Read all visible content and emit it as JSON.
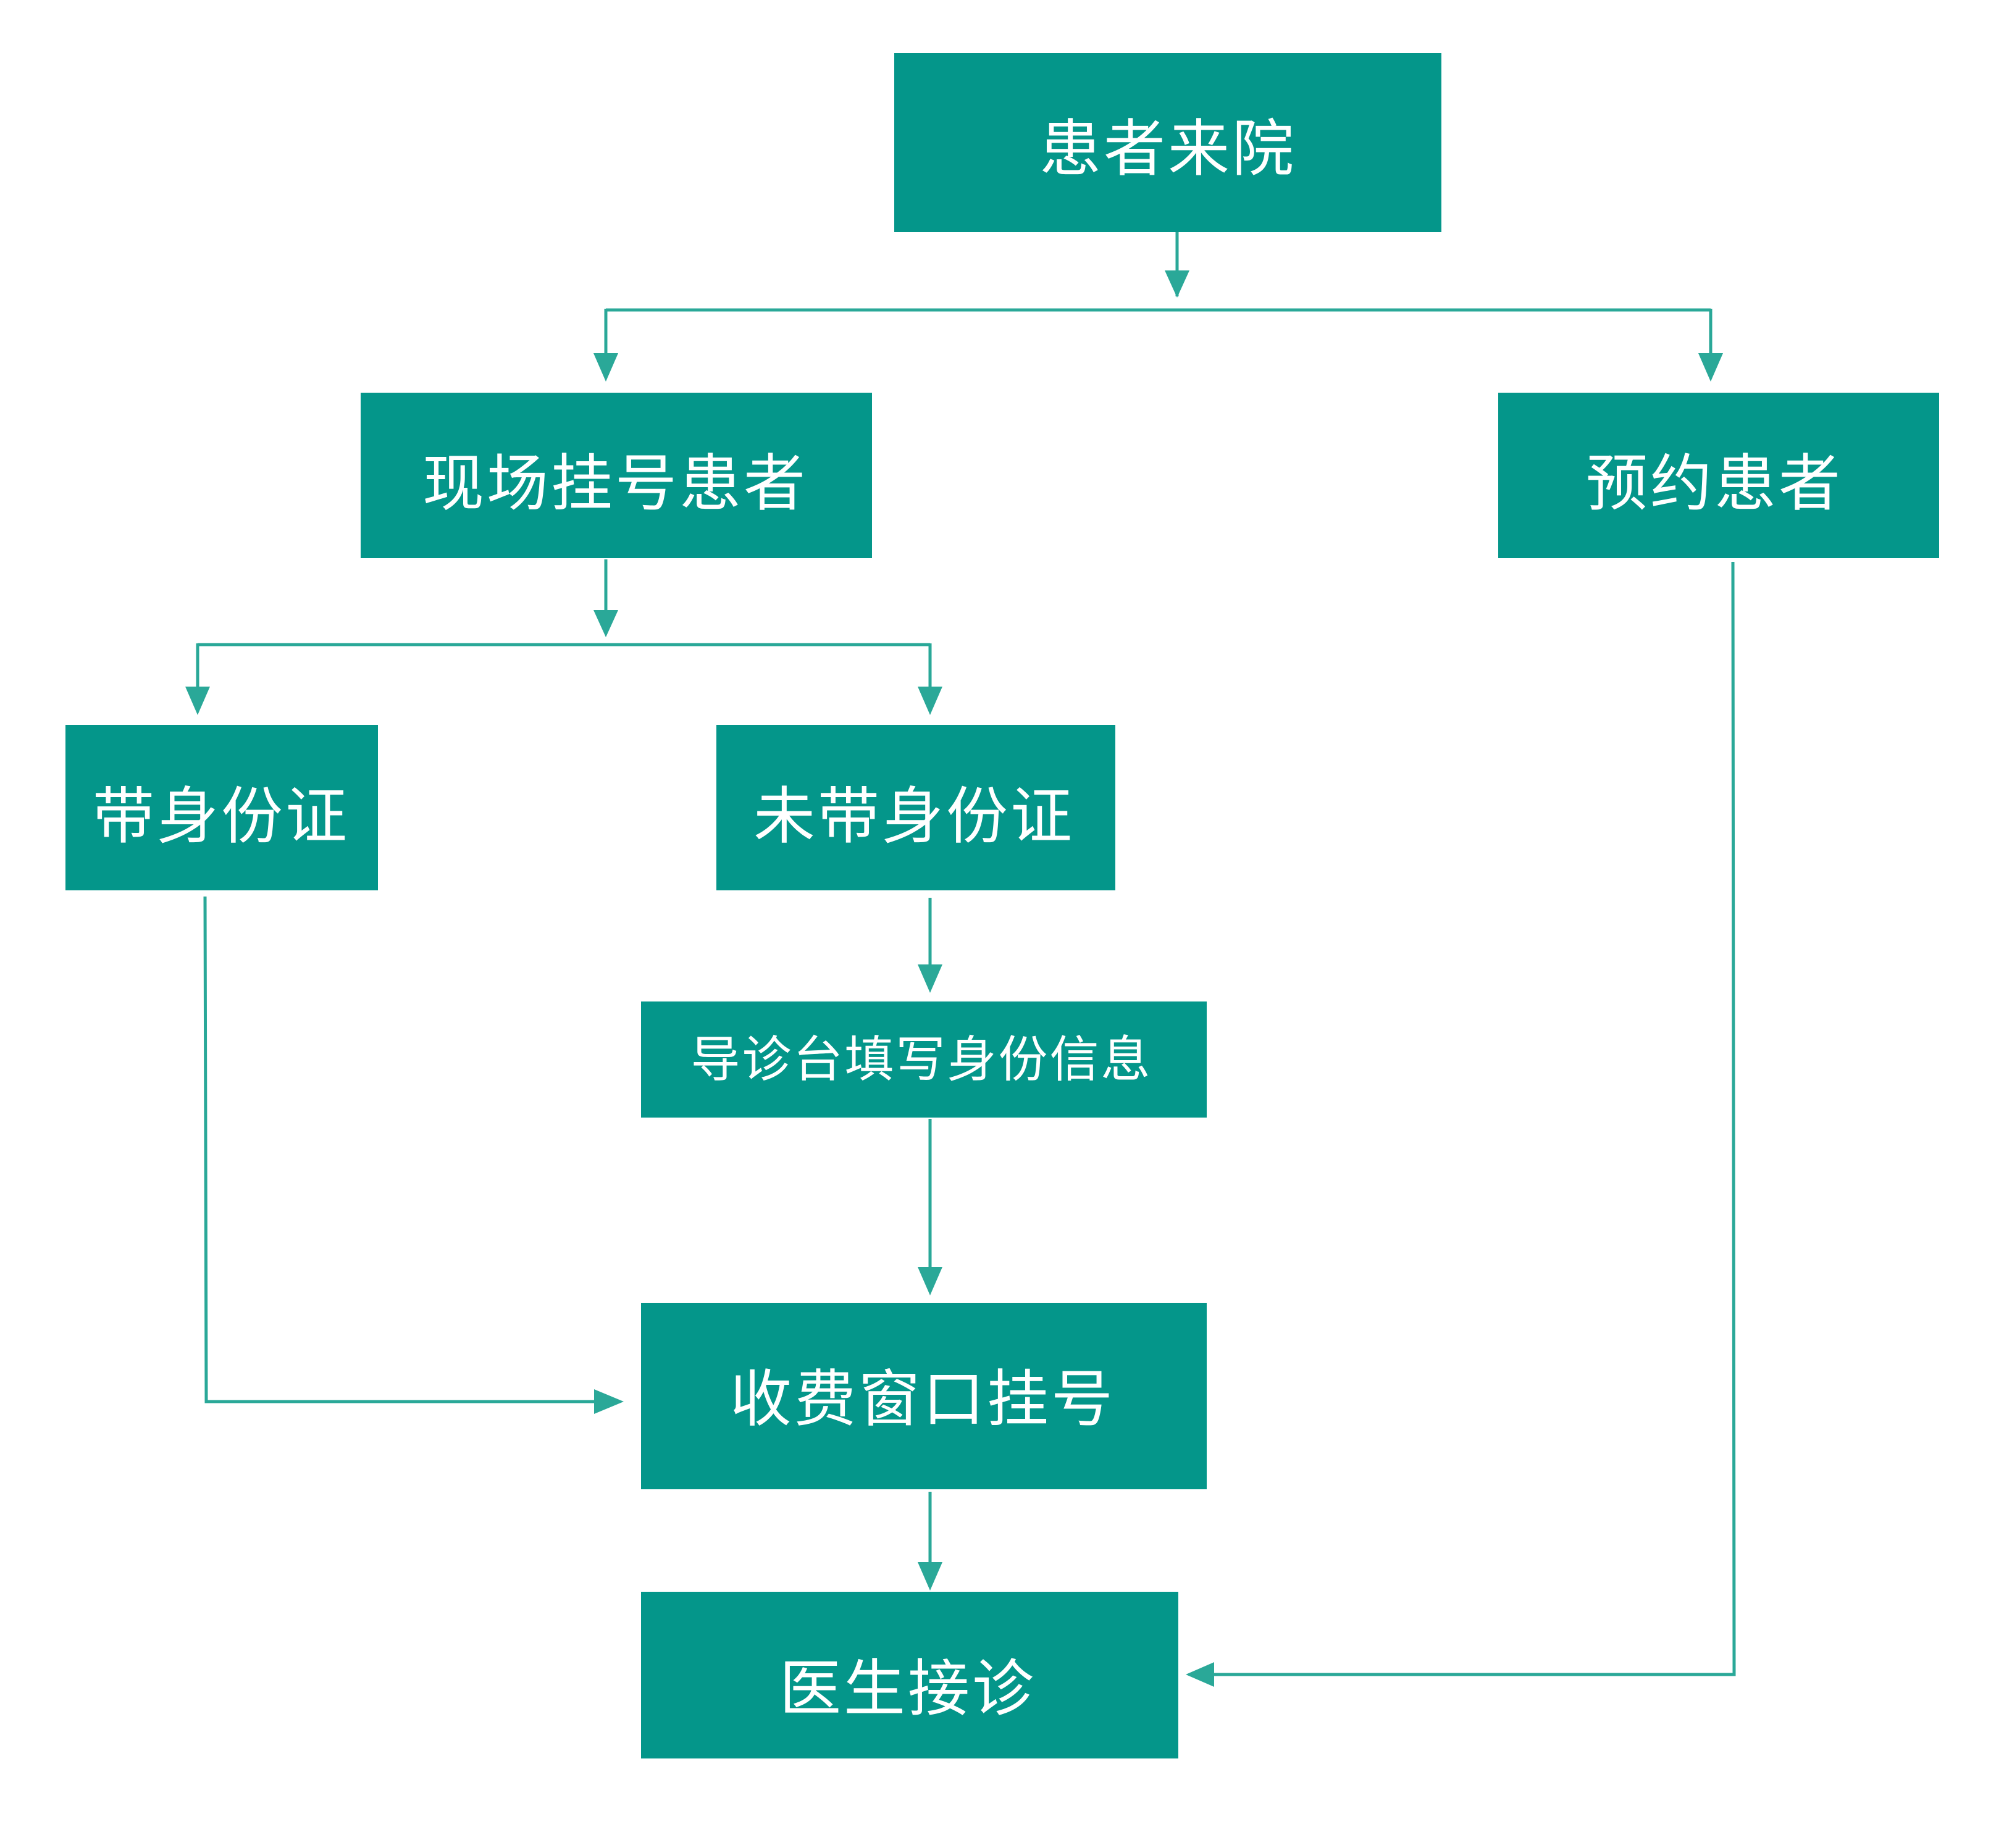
{
  "colors": {
    "node_fill": "#04968A",
    "node_text": "#FFFFFF",
    "connector": "#2AA898",
    "background": "#FFFFFF"
  },
  "nodes": {
    "arrival": "患者来院",
    "walk_in": "现场挂号患者",
    "appointment": "预约患者",
    "with_id": "带身份证",
    "without_id": "未带身份证",
    "fill_info": "导诊台填写身份信息",
    "register": "收费窗口挂号",
    "consult": "医生接诊"
  }
}
